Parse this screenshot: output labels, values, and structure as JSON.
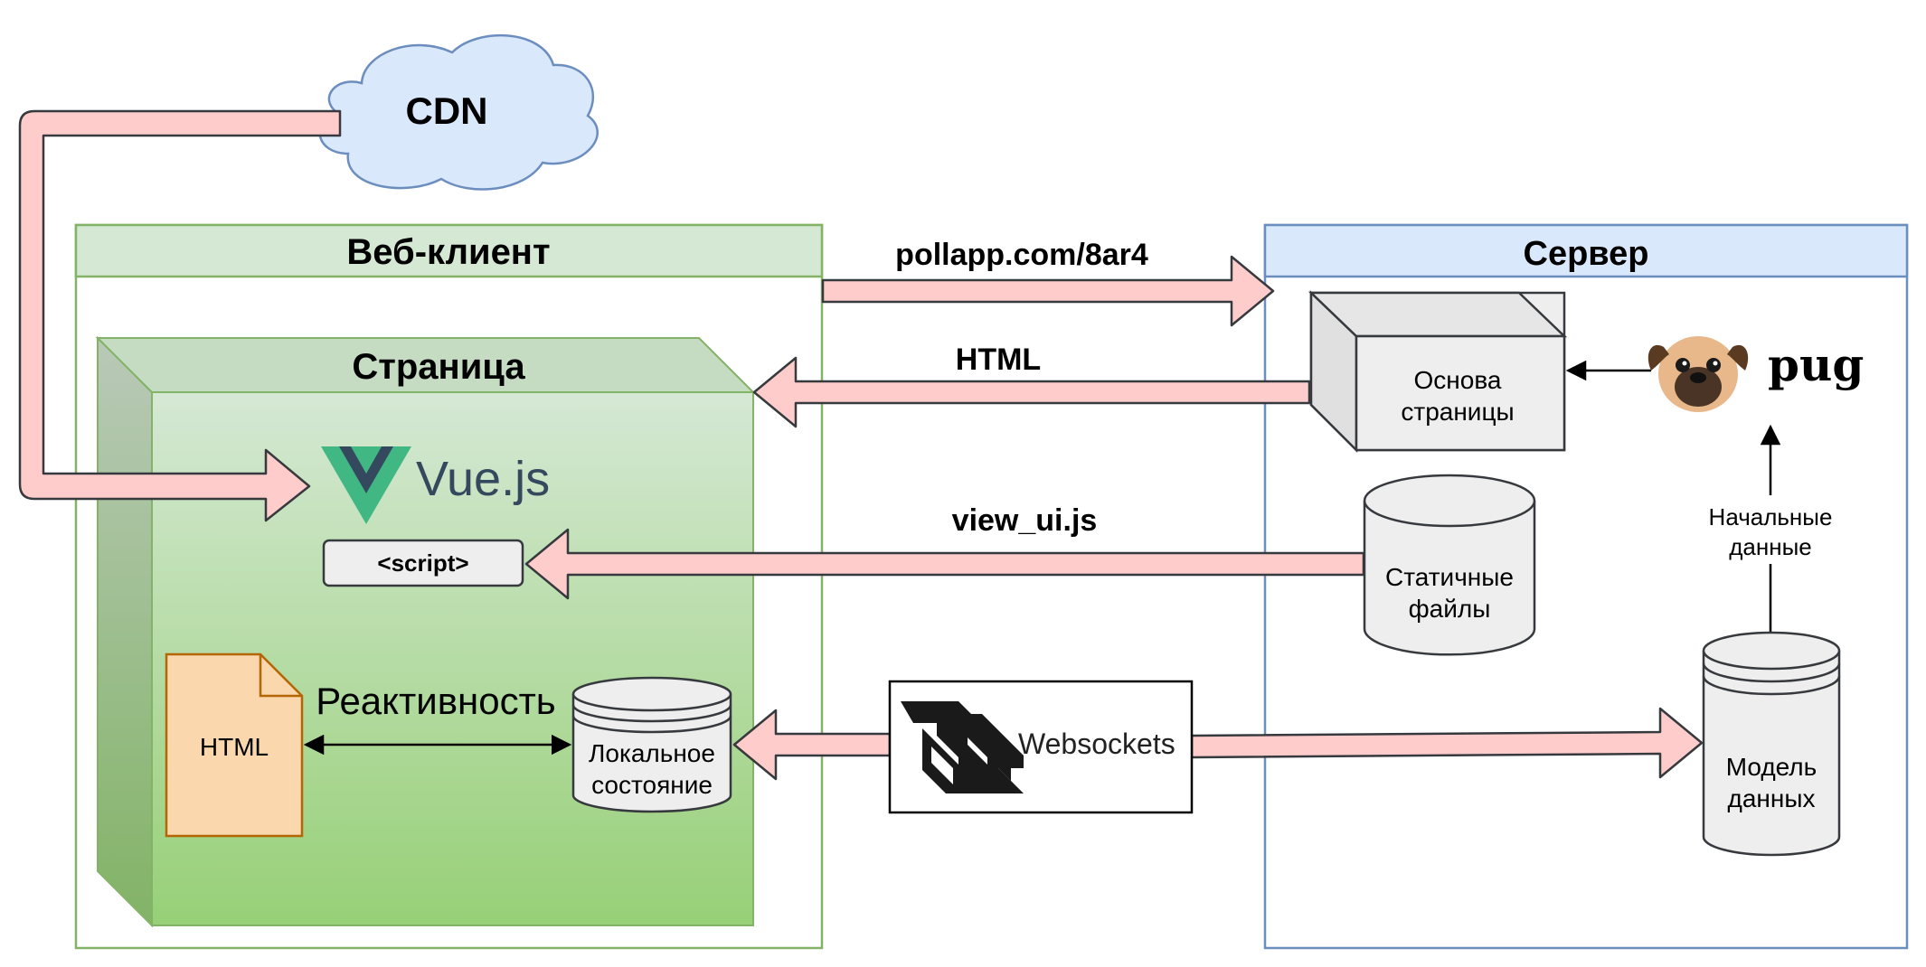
{
  "cdn": {
    "label": "CDN"
  },
  "web_client": {
    "title": "Веб-клиент"
  },
  "page": {
    "title": "Страница"
  },
  "vue": {
    "label": "Vue.js"
  },
  "script_tag": {
    "label": "<script>"
  },
  "html_file": {
    "label": "HTML"
  },
  "reactivity": {
    "label": "Реактивность"
  },
  "local_state": {
    "line1": "Локальное",
    "line2": "состояние"
  },
  "server": {
    "title": "Сервер"
  },
  "page_base": {
    "line1": "Основа",
    "line2": "страницы"
  },
  "static_files": {
    "line1": "Статичные",
    "line2": "файлы"
  },
  "data_model": {
    "line1": "Модель",
    "line2": "данных"
  },
  "pug": {
    "label": "pug"
  },
  "initial_data": {
    "line1": "Начальные",
    "line2": "данные"
  },
  "websockets": {
    "label": "Websockets"
  },
  "arrows": {
    "request_url": "pollapp.com/8ar4",
    "html_response": "HTML",
    "static_js": "view_ui.js"
  },
  "colors": {
    "arrow_fill": "#f8cecc",
    "cdn_fill": "#dae8fc",
    "client_header": "#d5e8d4",
    "client_border": "#82b366",
    "server_header": "#dae8fc",
    "server_border": "#6c8ebf",
    "html_file_fill": "#fad7ac",
    "html_file_border": "#b46504",
    "vue_green": "#41b883",
    "vue_dark": "#35495e"
  }
}
